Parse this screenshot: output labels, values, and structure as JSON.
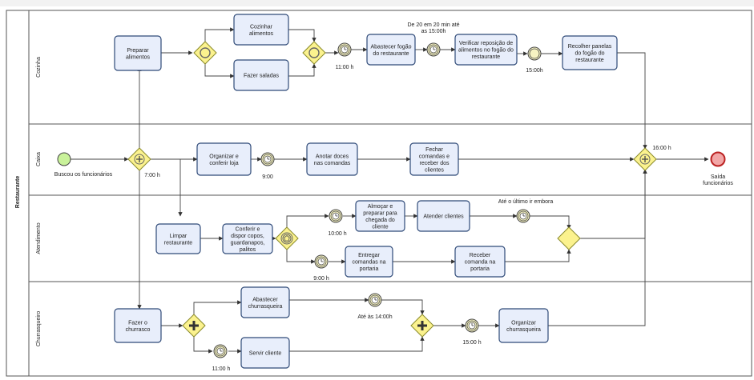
{
  "pool": {
    "name": "Restaurante"
  },
  "lanes": {
    "cozinha": "Cozinha",
    "caixa": "Caixa",
    "atendimento": "Atendimento",
    "churrasqueiro": "Churrasqueiro"
  },
  "tasks": {
    "preparar": [
      "Preparar",
      "alimentos"
    ],
    "cozinhar": [
      "Cozinhar",
      "alimentos"
    ],
    "saladas": [
      "Fazer saladas"
    ],
    "abastecer_fogao": [
      "Abastecer fogão",
      "do restaurante"
    ],
    "verificar": [
      "Verificar reposição de",
      "alimentos no fogão do",
      "restaurante"
    ],
    "recolher": [
      "Recolher panelas",
      "do fogão do",
      "restaurante"
    ],
    "organizar_loja": [
      "Organizar  e",
      "conferir loja"
    ],
    "anotar": [
      "Anotar doces",
      "nas comandas"
    ],
    "fechar": [
      "Fechar",
      "comandas e",
      "receber dos",
      "clientes"
    ],
    "limpar": [
      "Limpar",
      "restaurante"
    ],
    "conferir": [
      "Conferir e",
      "dispor copos,",
      "guardanapos,",
      "palitos"
    ],
    "almocar": [
      "Almoçar e",
      "preparar para",
      "chegada do",
      "cliente"
    ],
    "atender": [
      "Atender clientes"
    ],
    "entregar": [
      "Entregar",
      "comandas na",
      "portaria"
    ],
    "receber": [
      "Receber",
      "comanda na",
      "portaria"
    ],
    "fazer_churrasco": [
      "Fazer o",
      "churrasco"
    ],
    "abastecer_churr": [
      "Abastecer",
      "churrasqueira"
    ],
    "servir": [
      "Servir cliente"
    ],
    "organizar_churr": [
      "Organizar",
      "churrasqueira"
    ]
  },
  "events": {
    "start": "Buscou os funcionários",
    "end": [
      "Saída",
      "funcionários"
    ]
  },
  "labels": {
    "t1100_cozinha": "11:00 h",
    "t_20min": [
      "De 20 em 20 min até",
      "as 15:00h"
    ],
    "t1500_cozinha": "15:00h",
    "t1600": "16:00 h",
    "t700": "7:00 h",
    "t900_caixa": "9:00",
    "t1000": "10:00  h",
    "t900_atend": "9:00 h",
    "ultimo": "Até o último ir embora",
    "ate1400": "Até às 14:00h",
    "t1500_churr": "15:00 h",
    "t1100_churr": "11:00 h"
  },
  "colors": {
    "task_fill": "#e8eefb",
    "task_stroke": "#2f4a78",
    "gateway_fill": "#fbf28e",
    "gateway_stroke": "#8a8a2a",
    "start_fill": "#c9f29a",
    "end_fill": "#f2a6a6",
    "timer_fill": "#f6f3c2",
    "line": "#444444"
  }
}
